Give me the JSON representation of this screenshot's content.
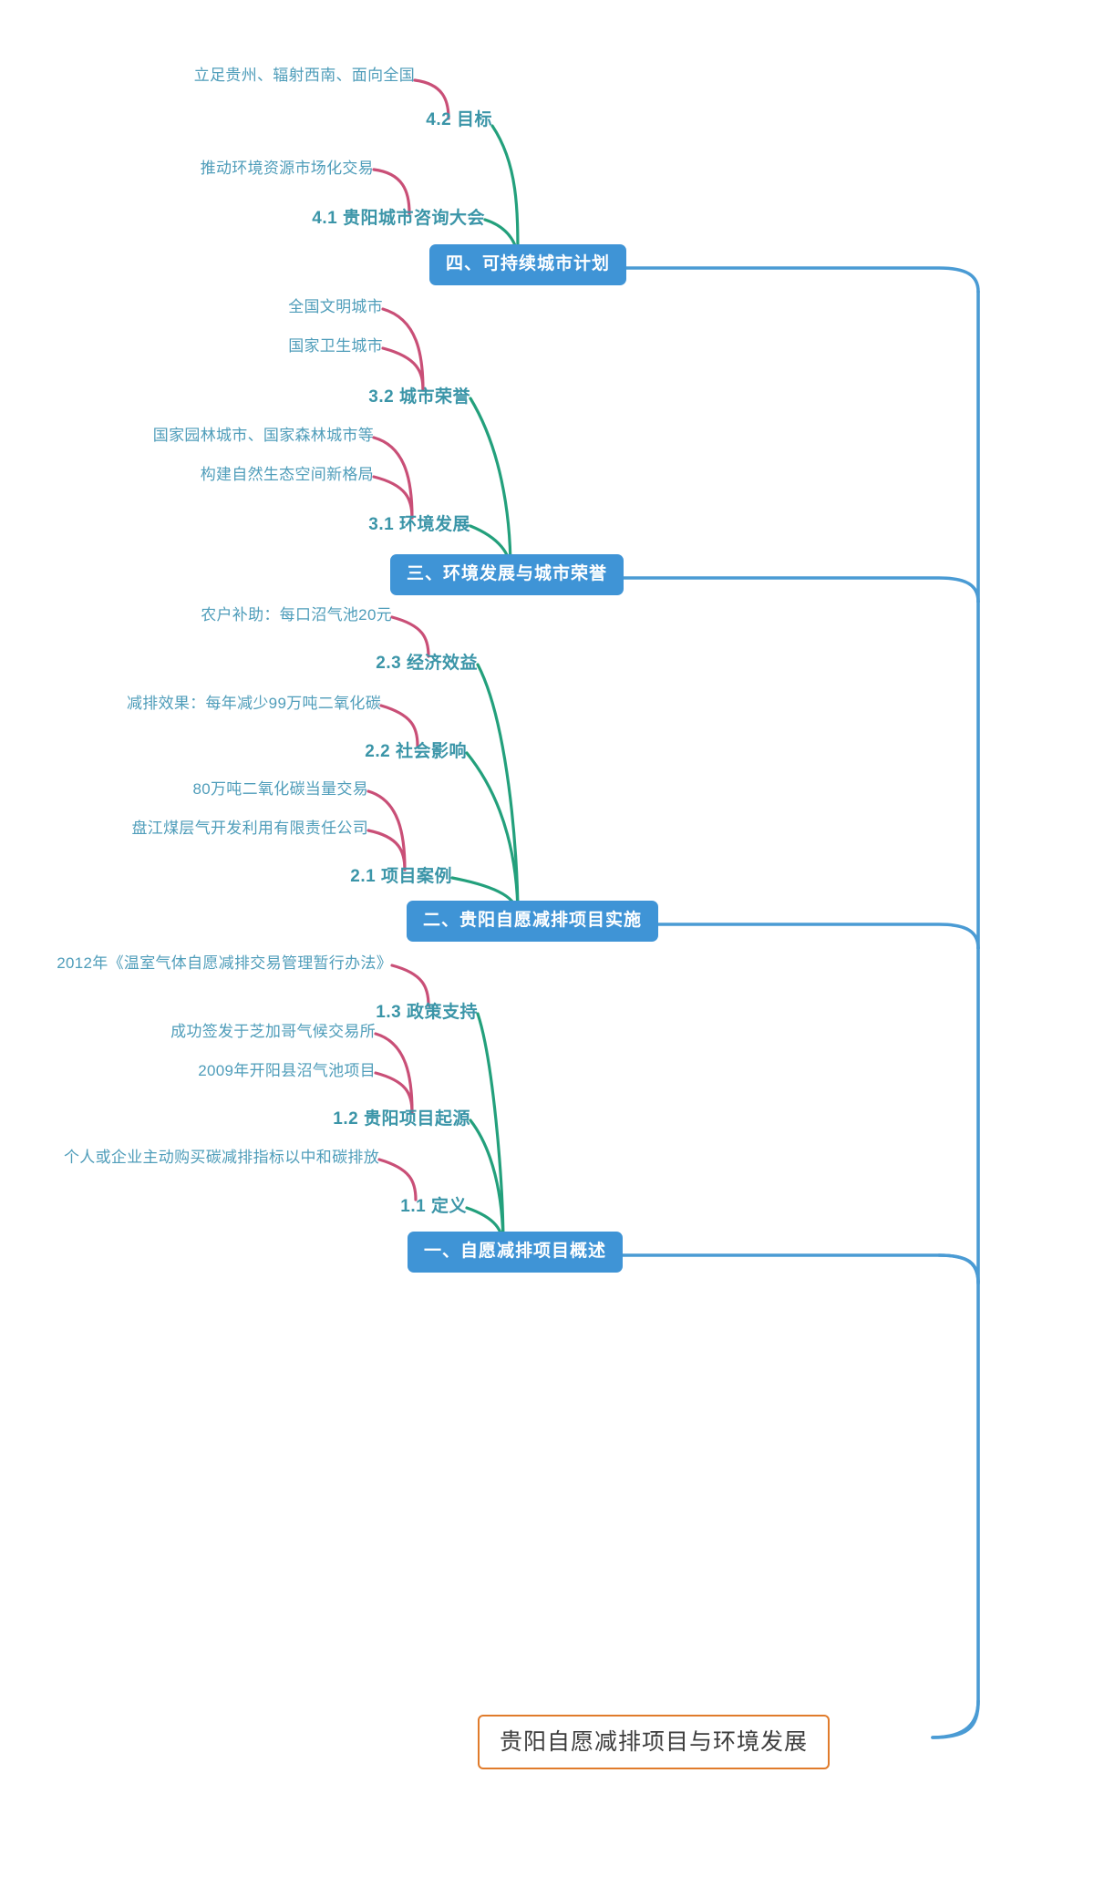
{
  "diagram": {
    "type": "mindmap",
    "orientation": "right-to-left-bottom-root",
    "colors": {
      "root_border": "#e07b2b",
      "root_text": "#3d3d3d",
      "branch_fill": "#3f94d6",
      "branch_text": "#ffffff",
      "sub_text": "#3b95a8",
      "leaf_text": "#4f9dba",
      "trunk_edge": "#4a9bd4",
      "branch_edge": "#23a07c",
      "leaf_edge": "#c94f77",
      "background": "#ffffff"
    },
    "root": {
      "label": "贵阳自愿减排项目与环境发展"
    },
    "branches": [
      {
        "id": "b4",
        "label": "四、可持续城市计划",
        "children": [
          {
            "id": "b4-2",
            "label": "4.2 目标",
            "children": [
              {
                "id": "b4-2-1",
                "label": "立足贵州、辐射西南、面向全国"
              }
            ]
          },
          {
            "id": "b4-1",
            "label": "4.1 贵阳城市咨询大会",
            "children": [
              {
                "id": "b4-1-1",
                "label": "推动环境资源市场化交易"
              }
            ]
          }
        ]
      },
      {
        "id": "b3",
        "label": "三、环境发展与城市荣誉",
        "children": [
          {
            "id": "b3-2",
            "label": "3.2 城市荣誉",
            "children": [
              {
                "id": "b3-2-1",
                "label": "全国文明城市"
              },
              {
                "id": "b3-2-2",
                "label": "国家卫生城市"
              }
            ]
          },
          {
            "id": "b3-1",
            "label": "3.1 环境发展",
            "children": [
              {
                "id": "b3-1-1",
                "label": "国家园林城市、国家森林城市等"
              },
              {
                "id": "b3-1-2",
                "label": "构建自然生态空间新格局"
              }
            ]
          }
        ]
      },
      {
        "id": "b2",
        "label": "二、贵阳自愿减排项目实施",
        "children": [
          {
            "id": "b2-3",
            "label": "2.3 经济效益",
            "children": [
              {
                "id": "b2-3-1",
                "label": "农户补助：每口沼气池20元"
              }
            ]
          },
          {
            "id": "b2-2",
            "label": "2.2 社会影响",
            "children": [
              {
                "id": "b2-2-1",
                "label": "减排效果：每年减少99万吨二氧化碳"
              }
            ]
          },
          {
            "id": "b2-1",
            "label": "2.1 项目案例",
            "children": [
              {
                "id": "b2-1-1",
                "label": "80万吨二氧化碳当量交易"
              },
              {
                "id": "b2-1-2",
                "label": "盘江煤层气开发利用有限责任公司"
              }
            ]
          }
        ]
      },
      {
        "id": "b1",
        "label": "一、自愿减排项目概述",
        "children": [
          {
            "id": "b1-3",
            "label": "1.3 政策支持",
            "children": [
              {
                "id": "b1-3-1",
                "label": "2012年《温室气体自愿减排交易管理暂行办法》"
              }
            ]
          },
          {
            "id": "b1-2",
            "label": "1.2 贵阳项目起源",
            "children": [
              {
                "id": "b1-2-1",
                "label": "成功签发于芝加哥气候交易所"
              },
              {
                "id": "b1-2-2",
                "label": "2009年开阳县沼气池项目"
              }
            ]
          },
          {
            "id": "b1-1",
            "label": "1.1 定义",
            "children": [
              {
                "id": "b1-1-1",
                "label": "个人或企业主动购买碳减排指标以中和碳排放"
              }
            ]
          }
        ]
      }
    ]
  }
}
